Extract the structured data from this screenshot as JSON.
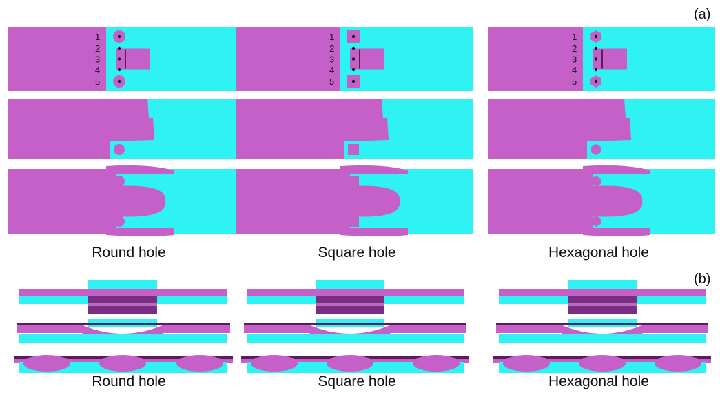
{
  "figure": {
    "panel_labels": {
      "a": "(a)",
      "b": "(b)"
    },
    "columns": [
      {
        "id": "round",
        "hole_shape": "circle",
        "caption": "Round hole"
      },
      {
        "id": "square",
        "hole_shape": "square",
        "caption": "Square hole"
      },
      {
        "id": "hexagonal",
        "hole_shape": "hexagon",
        "caption": "Hexagonal hole"
      }
    ],
    "point_labels": [
      "1",
      "2",
      "3",
      "4",
      "5"
    ],
    "colors": {
      "sheet_magenta": "#c560c9",
      "sheet_cyan": "#2ff2f2",
      "edge_dark": "#5a1c5a",
      "die_dark": "#7a2e82",
      "marker": "#111111"
    }
  }
}
